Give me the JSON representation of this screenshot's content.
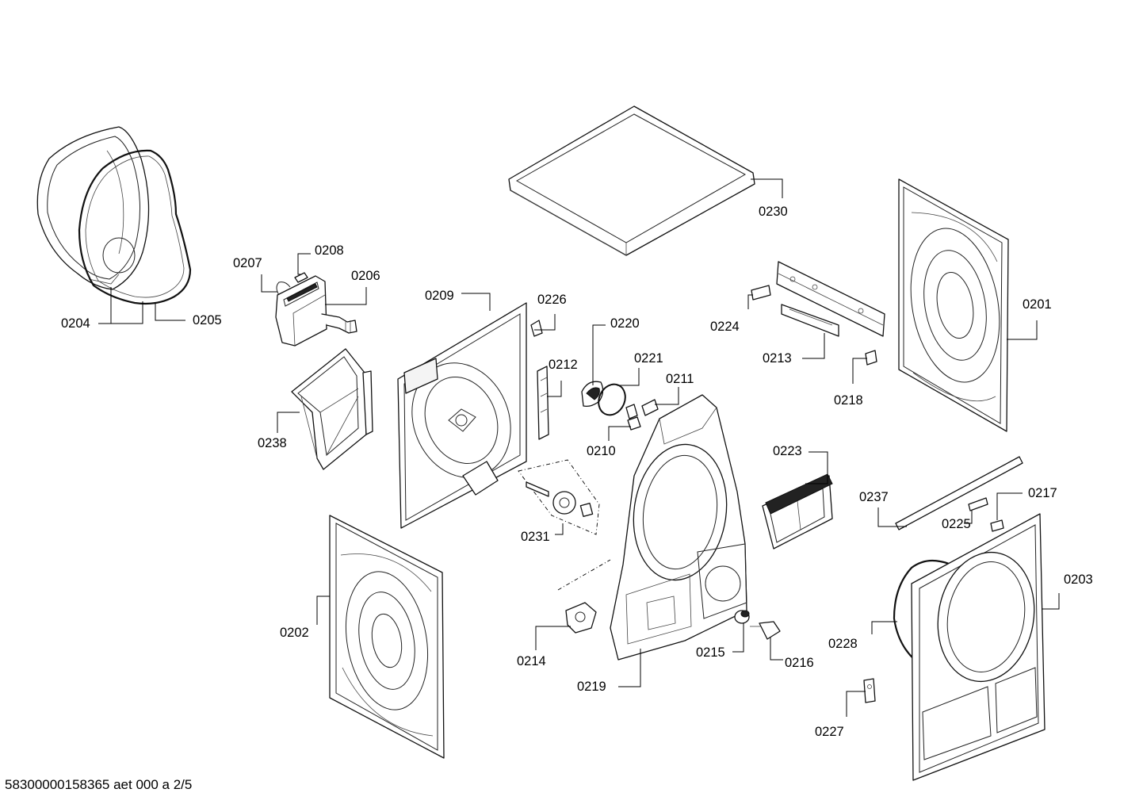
{
  "footer_code": "58300000158365 aet 000 a 2/5",
  "parts": {
    "p0201": "0201",
    "p0202": "0202",
    "p0203": "0203",
    "p0204": "0204",
    "p0205": "0205",
    "p0206": "0206",
    "p0207": "0207",
    "p0208": "0208",
    "p0209": "0209",
    "p0210": "0210",
    "p0211": "0211",
    "p0212": "0212",
    "p0213": "0213",
    "p0214": "0214",
    "p0215": "0215",
    "p0216": "0216",
    "p0217": "0217",
    "p0218": "0218",
    "p0219": "0219",
    "p0220": "0220",
    "p0221": "0221",
    "p0223": "0223",
    "p0224": "0224",
    "p0225": "0225",
    "p0226": "0226",
    "p0227": "0227",
    "p0228": "0228",
    "p0230": "0230",
    "p0231": "0231",
    "p0237": "0237",
    "p0238": "0238"
  }
}
